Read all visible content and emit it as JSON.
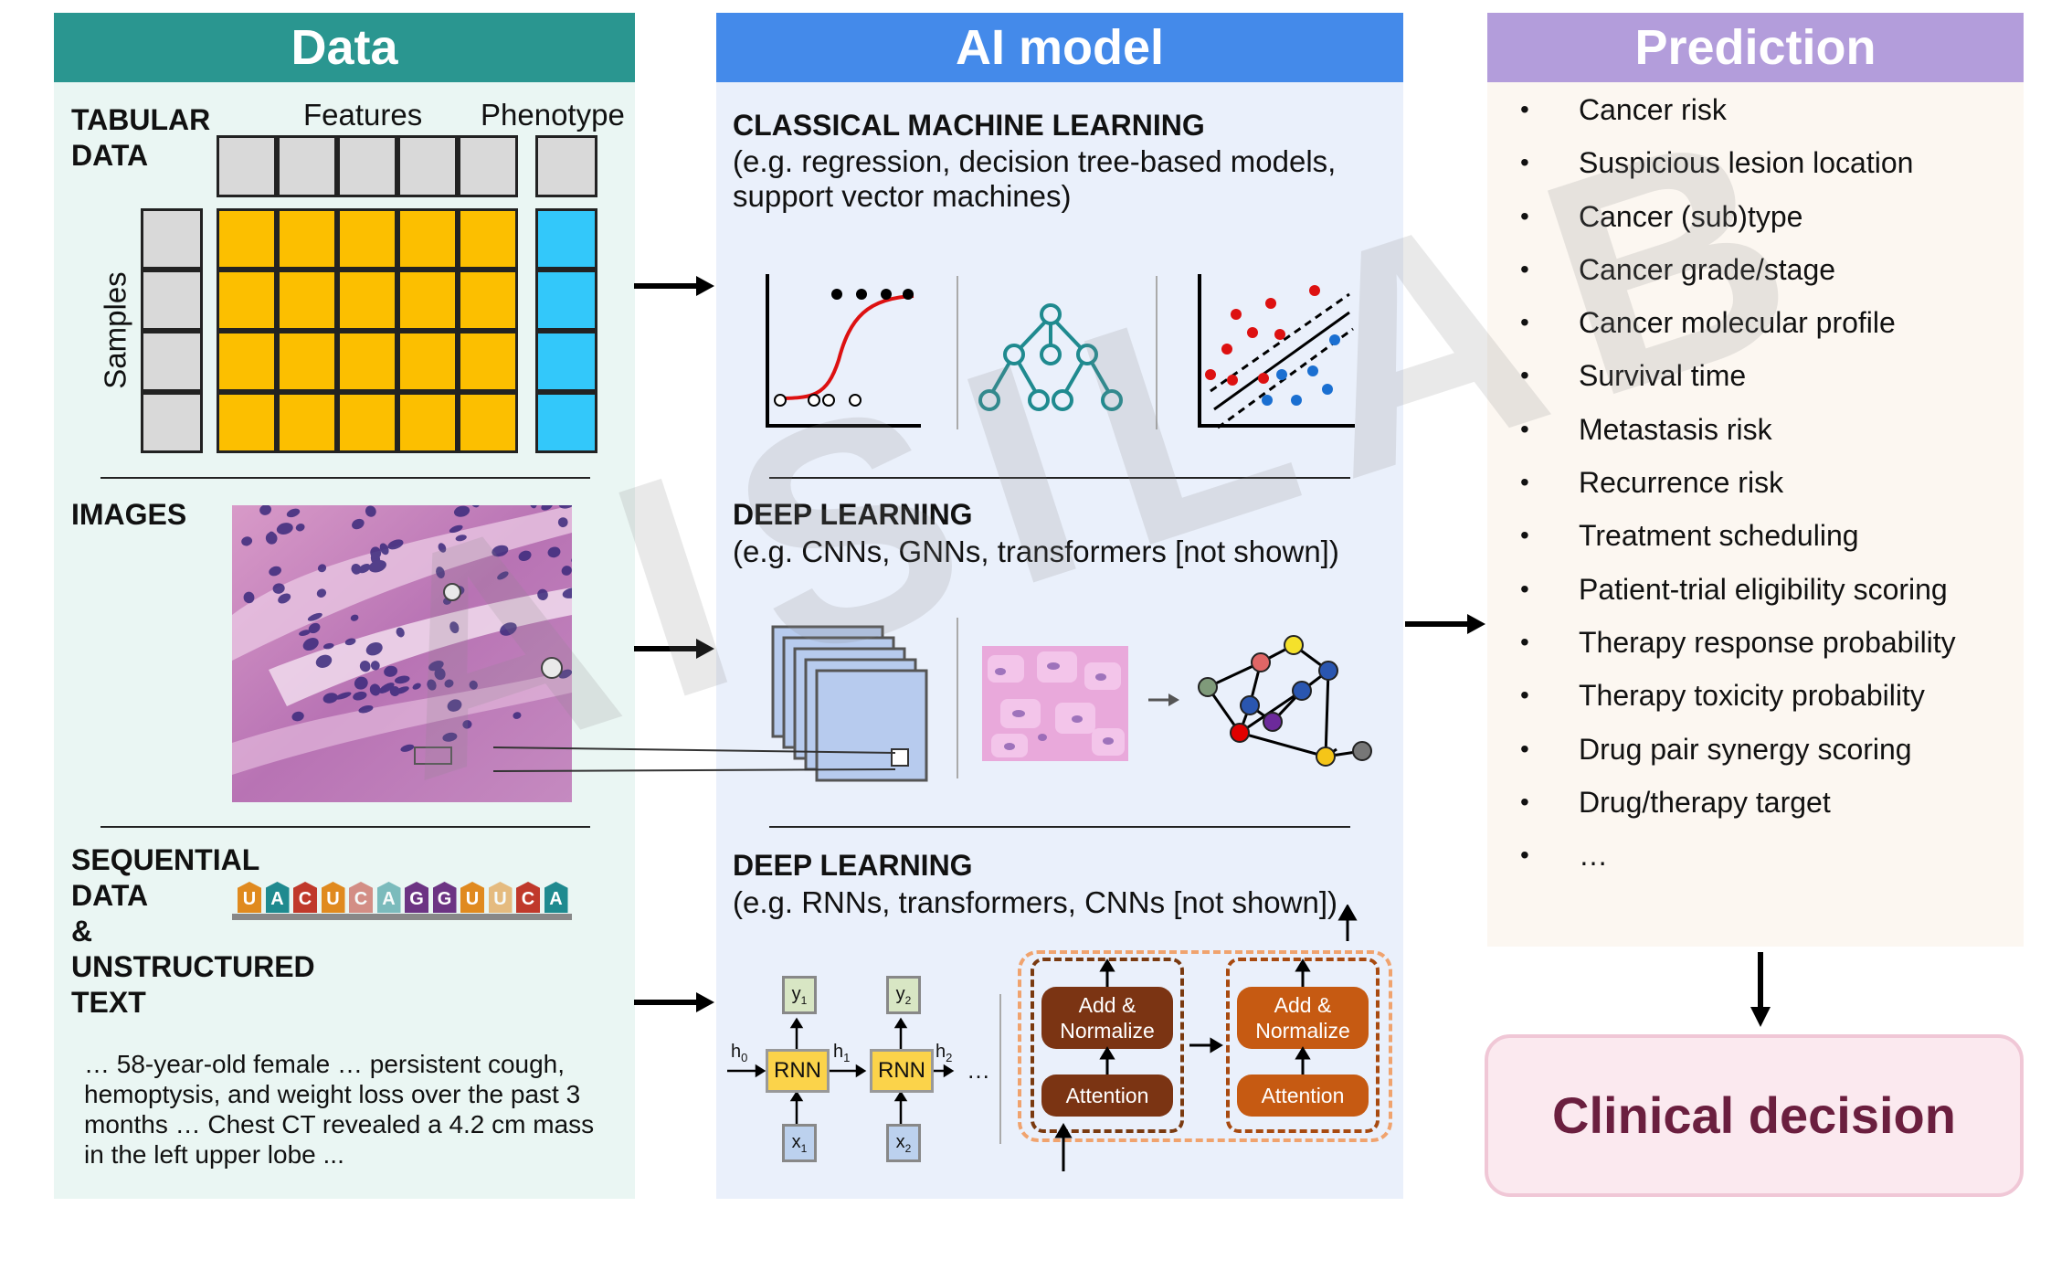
{
  "headers": {
    "data": "Data",
    "ai_model": "AI model",
    "prediction": "Prediction"
  },
  "data_panel": {
    "tabular_label": "TABULAR\nDATA",
    "features_label": "Features",
    "phenotype_label": "Phenotype",
    "samples_label": "Samples",
    "images_label": "IMAGES",
    "sequential_label": "SEQUENTIAL\nDATA\n&\nUNSTRUCTURED\nTEXT",
    "nucleotides": [
      "U",
      "A",
      "C",
      "U",
      "C",
      "A",
      "G",
      "G",
      "U",
      "U",
      "C",
      "A"
    ],
    "clinical_text": "… 58-year-old female … persistent cough,\nhemoptysis, and weight loss over the past 3\nmonths … Chest CT revealed a 4.2 cm mass\nin the left upper lobe ..."
  },
  "model_panel": {
    "classical_title": "CLASSICAL MACHINE LEARNING",
    "classical_desc": "(e.g. regression, decision tree-based models,\nsupport vector machines)",
    "dl1_title": "DEEP LEARNING",
    "dl1_desc": "(e.g. CNNs, GNNs, transformers [not shown])",
    "dl2_title": "DEEP LEARNING",
    "dl2_desc": "(e.g. RNNs, transformers, CNNs [not shown])",
    "rnn_label": "RNN",
    "h0": "h",
    "h0_sub": "0",
    "h1": "h",
    "h1_sub": "1",
    "h2": "h",
    "h2_sub": "2",
    "y1": "y",
    "y1_sub": "1",
    "y2": "y",
    "y2_sub": "2",
    "x1": "x",
    "x1_sub": "1",
    "x2": "x",
    "x2_sub": "2",
    "ellipsis": "…",
    "add_norm": "Add &\nNormalize",
    "attention": "Attention"
  },
  "prediction_panel": {
    "items": [
      "Cancer risk",
      "Suspicious lesion location",
      "Cancer (sub)type",
      "Cancer grade/stage",
      "Cancer molecular profile",
      "Survival time",
      "Metastasis risk",
      "Recurrence risk",
      "Treatment scheduling",
      "Patient-trial eligibility scoring",
      "Therapy response probability",
      "Therapy toxicity probability",
      "Drug pair synergy scoring",
      "Drug/therapy target",
      "…"
    ]
  },
  "decision": {
    "label": "Clinical decision"
  },
  "watermark": "AISILAB",
  "colors": {
    "data_header": "#2a9690",
    "data_bg": "#eaf6f3",
    "model_header": "#448aea",
    "model_bg": "#eaf0fb",
    "pred_header": "#b39ddb",
    "pred_bg": "#fcf7f1",
    "decision_text": "#6b1f3f",
    "decision_bg": "#fbe9ef",
    "feature_yellow": "#fcbf00",
    "pheno_blue": "#33c8fa",
    "grey_cell": "#d9d9d9"
  }
}
